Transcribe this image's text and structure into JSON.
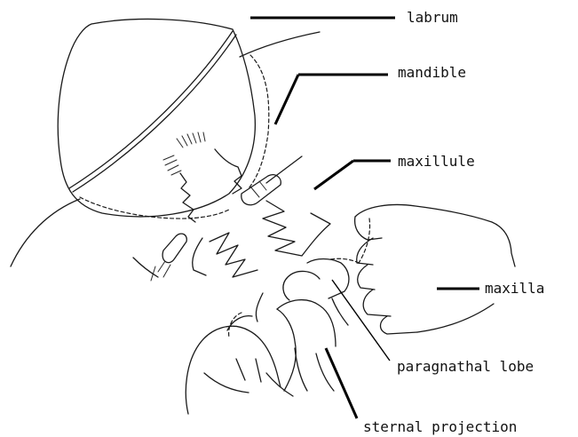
{
  "figure": {
    "labels": {
      "labrum": "labrum",
      "mandible": "mandible",
      "maxillule": "maxillule",
      "maxilla": "maxilla",
      "paragnathal_lobe": "paragnathal lobe",
      "sternal_projection": "sternal projection"
    }
  }
}
